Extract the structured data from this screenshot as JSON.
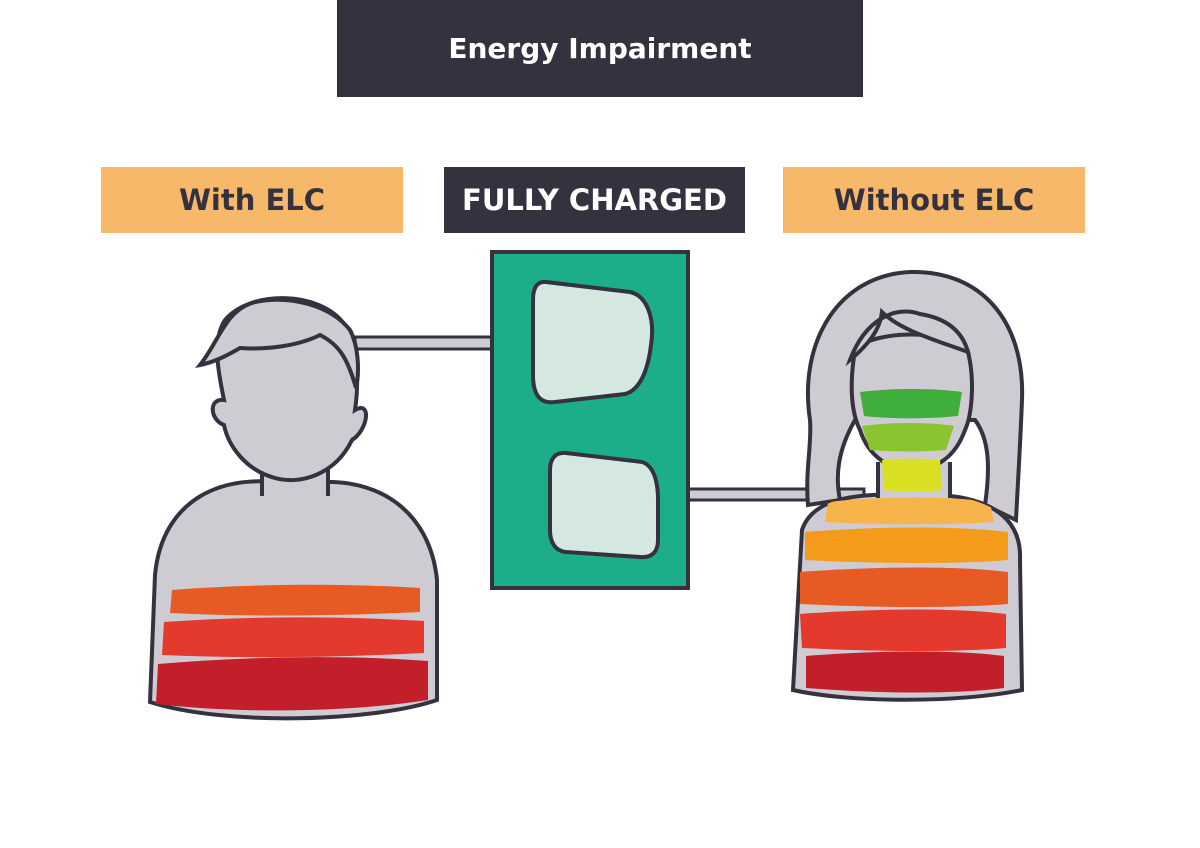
{
  "header": {
    "title": "Energy Impairment"
  },
  "labels": {
    "left": "With ELC",
    "center": "FULLY CHARGED",
    "right": "Without ELC"
  },
  "colors": {
    "dark": "#35323f",
    "label_bg": "#f7b86a",
    "figure_gray": "#cfcbd2",
    "outlet_green": "#1cae8a",
    "socket": "#d4e8e1"
  },
  "energy_levels": {
    "left_figure": [
      "#e85a24",
      "#e43a2e",
      "#c31f2b"
    ],
    "right_figure": [
      "#3fae3a",
      "#8bc431",
      "#d9e021",
      "#f7b44a",
      "#f59b1b",
      "#e85a24",
      "#e43a2e",
      "#c31f2b"
    ]
  }
}
